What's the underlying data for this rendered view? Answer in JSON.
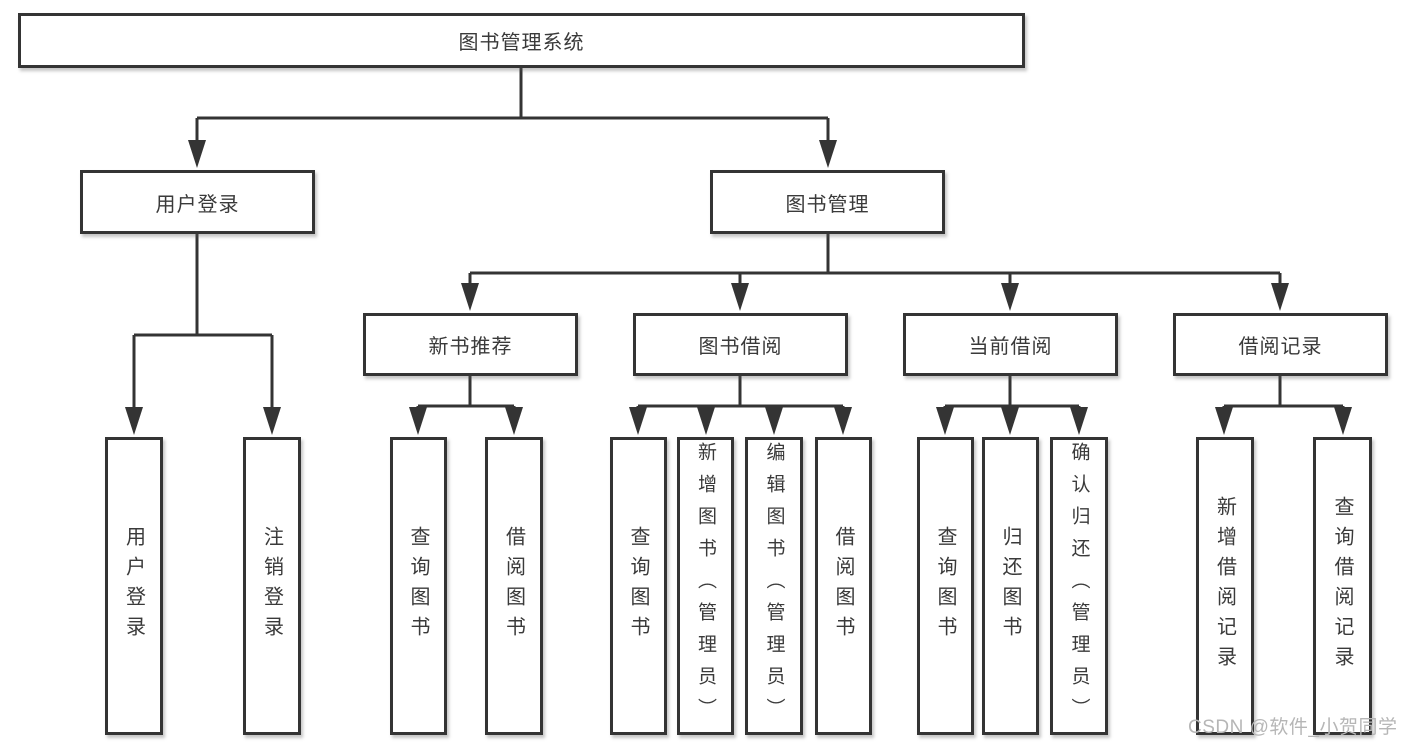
{
  "diagram": {
    "root": {
      "label": "图书管理系统"
    },
    "level2": [
      {
        "label": "用户登录"
      },
      {
        "label": "图书管理"
      }
    ],
    "level3": [
      {
        "label": "新书推荐",
        "parent": "图书管理"
      },
      {
        "label": "图书借阅",
        "parent": "图书管理"
      },
      {
        "label": "当前借阅",
        "parent": "图书管理"
      },
      {
        "label": "借阅记录",
        "parent": "图书管理"
      }
    ],
    "leaves": [
      {
        "label": "用户登录",
        "parent": "用户登录"
      },
      {
        "label": "注销登录",
        "parent": "用户登录"
      },
      {
        "label": "查询图书",
        "parent": "新书推荐"
      },
      {
        "label": "借阅图书",
        "parent": "新书推荐"
      },
      {
        "label": "查询图书",
        "parent": "图书借阅"
      },
      {
        "label": "新增图书（管理员）",
        "parent": "图书借阅"
      },
      {
        "label": "编辑图书（管理员）",
        "parent": "图书借阅"
      },
      {
        "label": "借阅图书",
        "parent": "图书借阅"
      },
      {
        "label": "查询图书",
        "parent": "当前借阅"
      },
      {
        "label": "归还图书",
        "parent": "当前借阅"
      },
      {
        "label": "确认归还（管理员）",
        "parent": "当前借阅"
      },
      {
        "label": "新增借阅记录",
        "parent": "借阅记录"
      },
      {
        "label": "查询借阅记录",
        "parent": "借阅记录"
      }
    ]
  },
  "watermark": {
    "text": "CSDN @软件_小贺同学"
  },
  "colors": {
    "line": "#343434",
    "text": "#3a3a3a",
    "box_background": "#ffffff",
    "watermark": "#b6b6b6"
  }
}
